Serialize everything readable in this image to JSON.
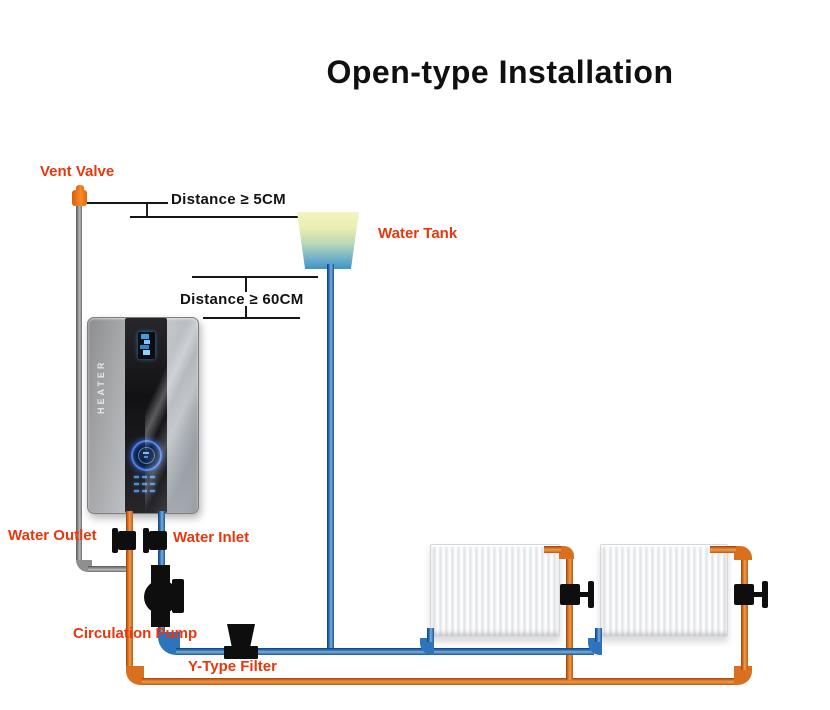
{
  "title": "Open-type Installation",
  "labels": {
    "vent_valve": "Vent Valve",
    "water_tank": "Water Tank",
    "water_outlet": "Water Outlet",
    "water_inlet": "Water Inlet",
    "circulation_pump": "Circulation Pump",
    "y_type_filter": "Y-Type Filter"
  },
  "dimensions": {
    "vent_to_tank": "Distance ≥ 5CM",
    "tank_to_heater": "Distance ≥ 60CM"
  },
  "heater": {
    "side_text": "HEATER"
  },
  "icons": [
    "vent-valve-icon",
    "water-tank-icon",
    "heater-unit-icon",
    "shutoff-valve-icon",
    "circulation-pump-icon",
    "y-type-filter-icon",
    "radiator-icon",
    "radiator-valve-icon"
  ],
  "colors": {
    "label_text": "#e8370d",
    "title_text": "#101010",
    "hot_pipe": "#d8701f",
    "cold_pipe": "#2e74bd",
    "vent_pipe": "#8f8f8f",
    "fittings": "#0e0e0e",
    "vent_valve": "#f28018",
    "tank_gradient_top": "#f4f5c0",
    "tank_gradient_bottom": "#3f93c6"
  }
}
